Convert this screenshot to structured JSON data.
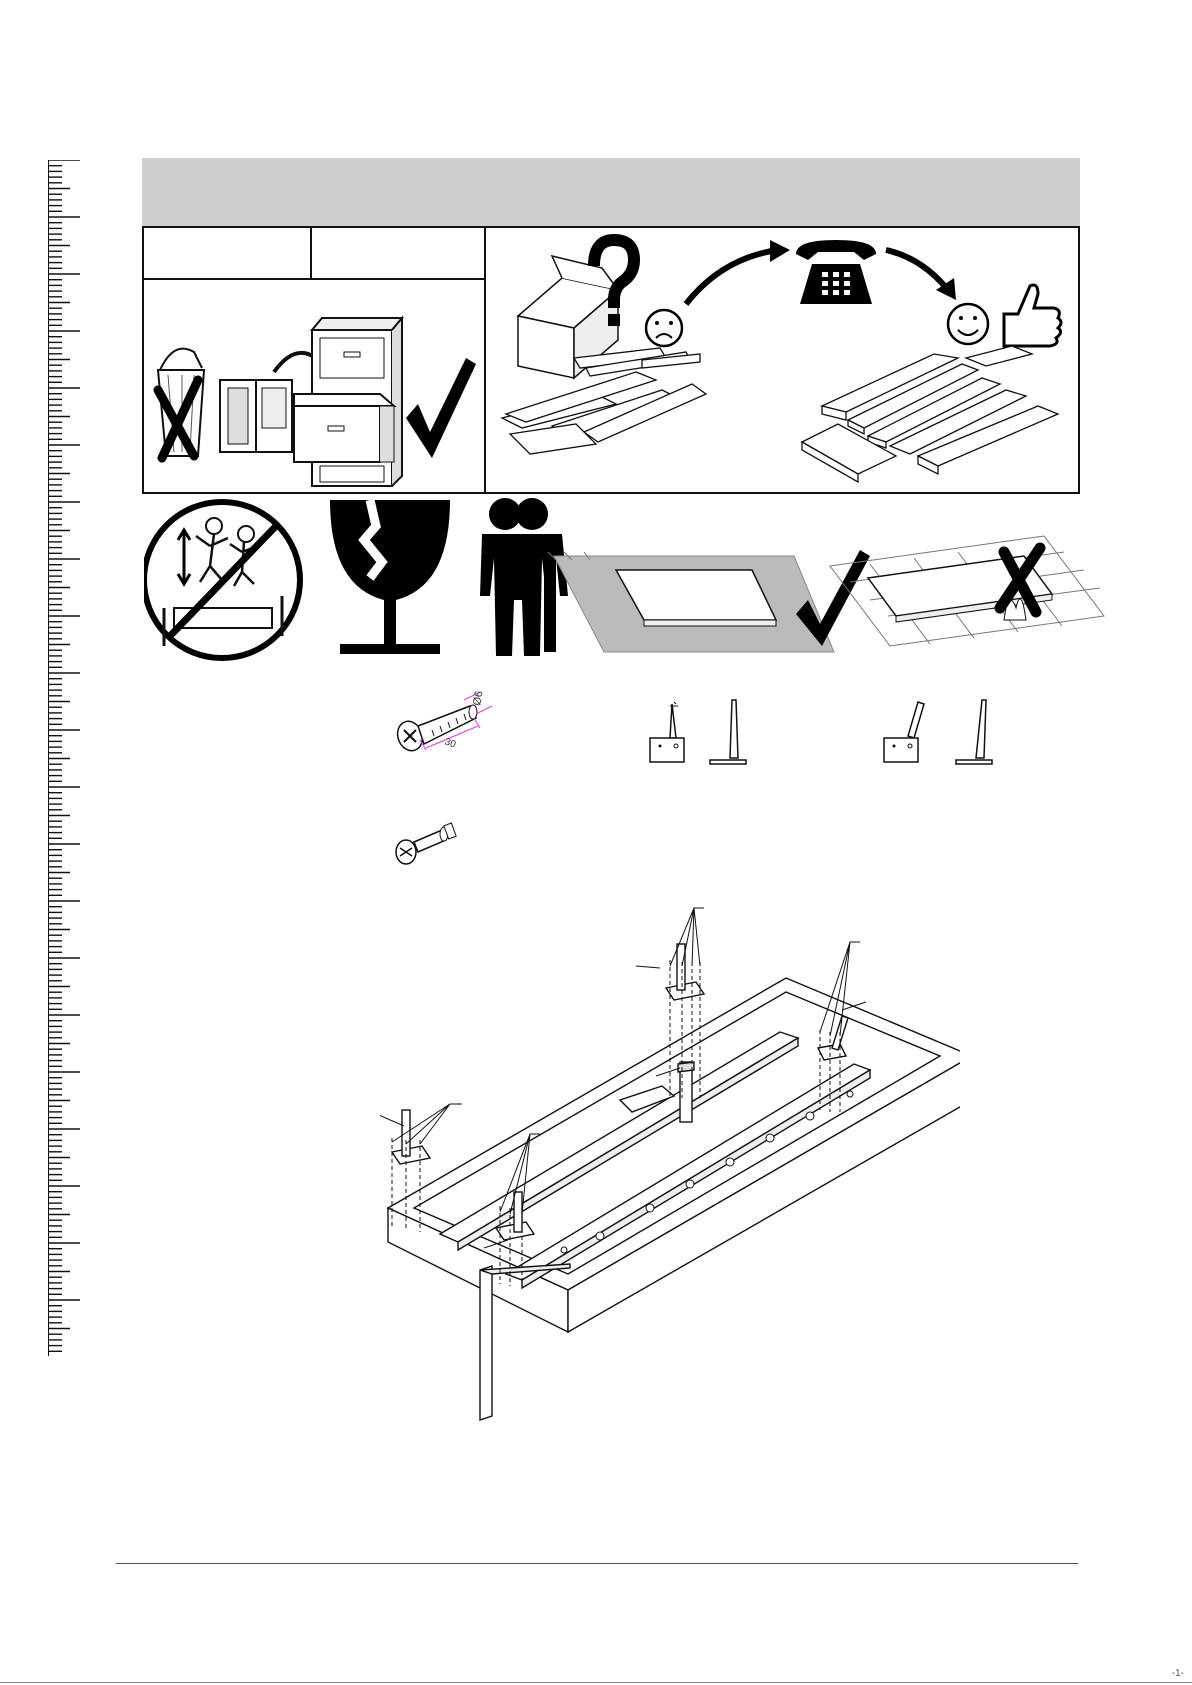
{
  "header": {
    "band_color": "#cfcfcf"
  },
  "info_row": {
    "left_tab_1": "",
    "left_tab_2": ""
  },
  "hardware": {
    "screw_dimension_diameter": "Ø6",
    "screw_dimension_length": "30",
    "dimension_color": "#e040e0"
  },
  "footer": {
    "page_mark": "-1-"
  },
  "icons": [
    "trash-bin-crossed-icon",
    "document-to-cabinet-icon",
    "checkmark-icon",
    "question-mark-icon",
    "sad-face-icon",
    "telephone-icon",
    "smiley-face-icon",
    "thumbs-up-icon",
    "no-jumping-icon",
    "fragile-glass-icon",
    "two-persons-icon",
    "carpet-ok-icon",
    "hard-floor-no-icon",
    "confirmat-screw-icon",
    "leg-bracket-icon",
    "leg-bracket-angled-icon",
    "cam-bolt-icon",
    "desk-assembly-drawing"
  ]
}
